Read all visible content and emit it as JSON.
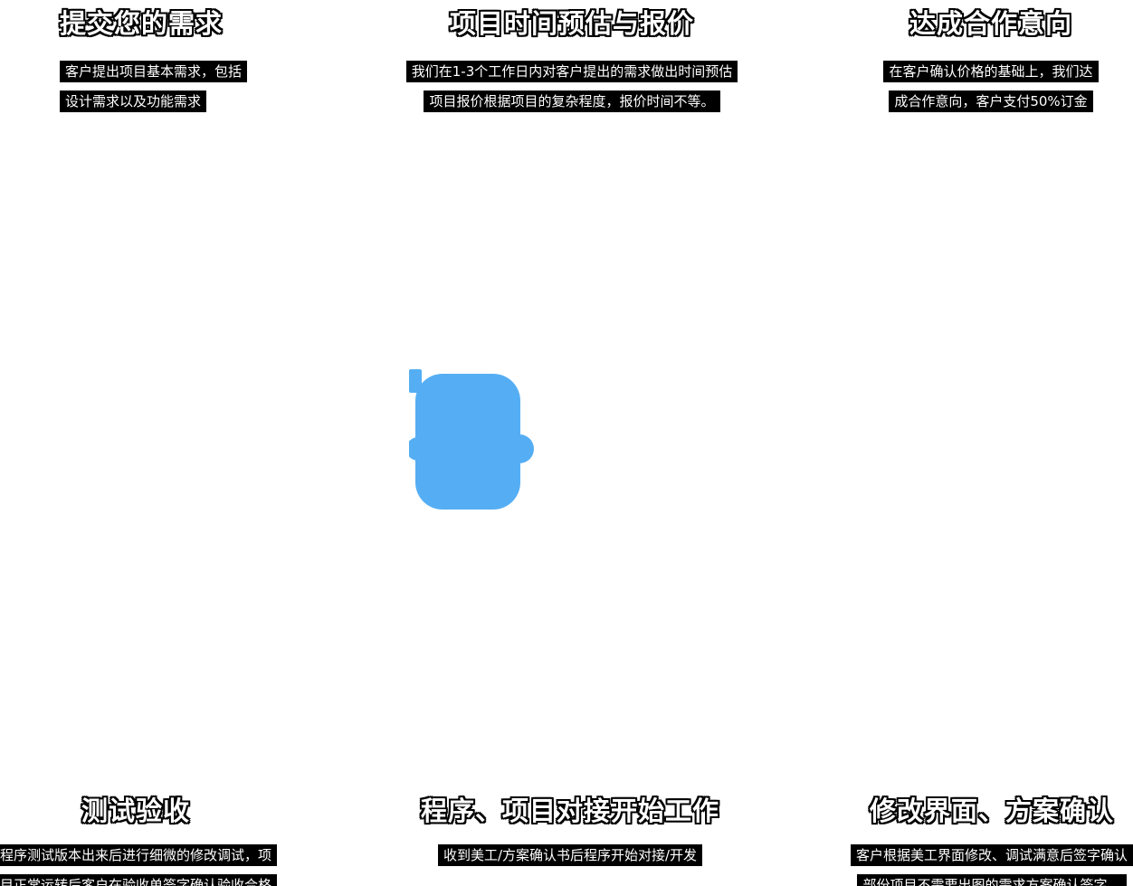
{
  "page": {
    "background": "#ffffff"
  },
  "center_icon": {
    "name": "lightbulb",
    "color": "#55aef3"
  },
  "steps": {
    "top": [
      {
        "title": "提交您的需求",
        "lines": [
          "客户提出项目基本需求，包括",
          "设计需求以及功能需求"
        ]
      },
      {
        "title": "项目时间预估与报价",
        "lines": [
          "我们在1-3个工作日内对客户提出的需求做出时间预估",
          "项目报价根据项目的复杂程度，报价时间不等。"
        ]
      },
      {
        "title": "达成合作意向",
        "lines": [
          "在客户确认价格的基础上，我们达",
          "成合作意向，客户支付50%订金"
        ]
      }
    ],
    "bottom": [
      {
        "title": "测试验收",
        "lines": [
          "程序测试版本出来后进行细微的修改调试，项",
          "目正常运转后客户在验收单签字确认验收合格"
        ]
      },
      {
        "title": "程序、项目对接开始工作",
        "lines": [
          "收到美工/方案确认书后程序开始对接/开发"
        ]
      },
      {
        "title": "修改界面、方案确认",
        "lines": [
          "客户根据美工界面修改、调试满意后签字确认",
          "部份项目不需要出图的需求方案确认签字。"
        ]
      }
    ]
  }
}
